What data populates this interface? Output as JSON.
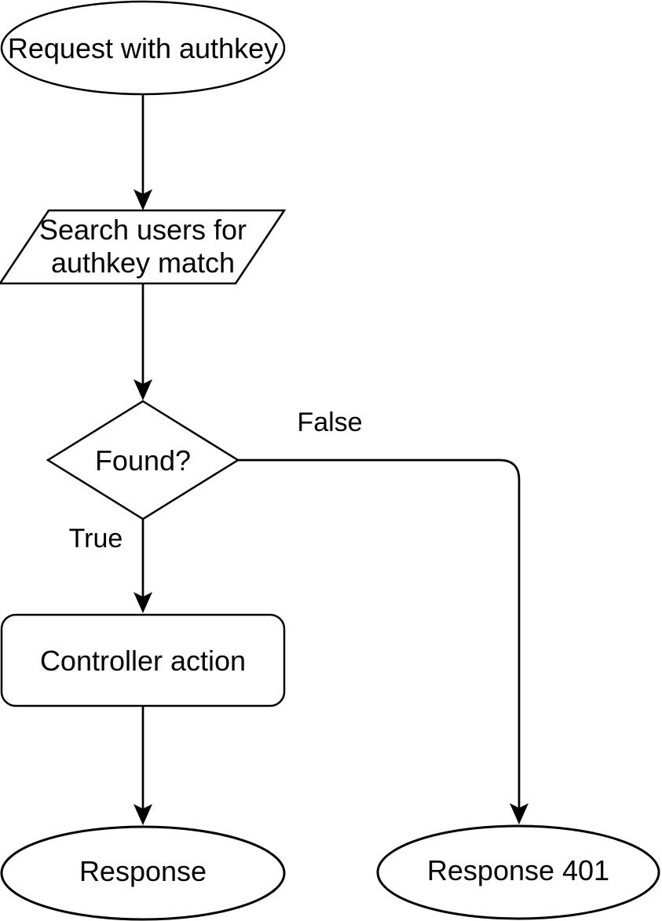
{
  "diagram": {
    "type": "flowchart",
    "nodes": {
      "start": {
        "shape": "ellipse",
        "label": "Request with authkey"
      },
      "search": {
        "shape": "parallelogram",
        "line1": "Search users for",
        "line2": "authkey match"
      },
      "decision": {
        "shape": "diamond",
        "label": "Found?"
      },
      "controller": {
        "shape": "rounded-rectangle",
        "label": "Controller action"
      },
      "response_ok": {
        "shape": "ellipse",
        "label": "Response",
        "fill": "#d5e8d4",
        "stroke": "#82b366"
      },
      "response_401": {
        "shape": "ellipse",
        "label": "Response 401",
        "fill": "#f8cecc",
        "stroke": "#b85450"
      }
    },
    "edges": {
      "true_branch": {
        "label": "True"
      },
      "false_branch": {
        "label": "False"
      }
    }
  }
}
